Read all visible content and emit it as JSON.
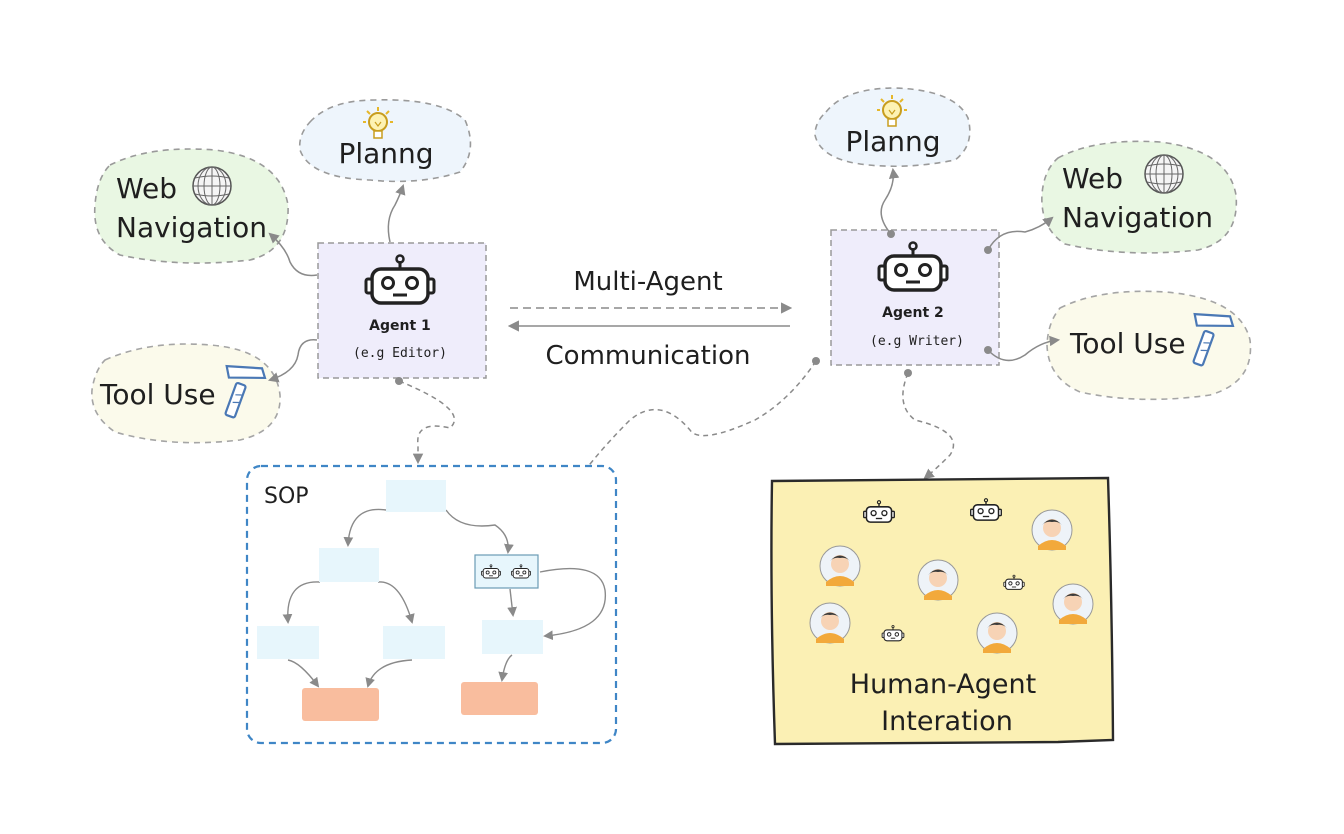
{
  "agent1": {
    "title": "Agent 1",
    "subtitle": "(e.g Editor)"
  },
  "agent2": {
    "title": "Agent 2",
    "subtitle": "(e.g Writer)"
  },
  "left_planning": "Planng",
  "right_planning": "Planng",
  "left_web": {
    "line1": "Web",
    "line2": "Navigation"
  },
  "right_web": {
    "line1": "Web",
    "line2": "Navigation"
  },
  "left_tool": "Tool  Use",
  "right_tool": "Tool  Use",
  "comm": {
    "top": "Multi-Agent",
    "bottom": "Communication"
  },
  "sop": {
    "label": "SOP"
  },
  "human": {
    "line1": "Human-Agent",
    "line2": "Interation"
  },
  "colors": {
    "agent_box": "#efedfb",
    "planning_bubble": "#eef5fc",
    "web_bubble": "#e9f7e3",
    "tool_bubble": "#fbfaeb",
    "sop_border": "#3f86c6",
    "sop_node": "#e7f6fc",
    "sop_terminal": "#f9bd9e",
    "human_panel": "#fbf0b4"
  },
  "icons": [
    "robot-icon",
    "lightbulb-icon",
    "globe-icon",
    "hammer-icon",
    "person-avatar-icon"
  ]
}
